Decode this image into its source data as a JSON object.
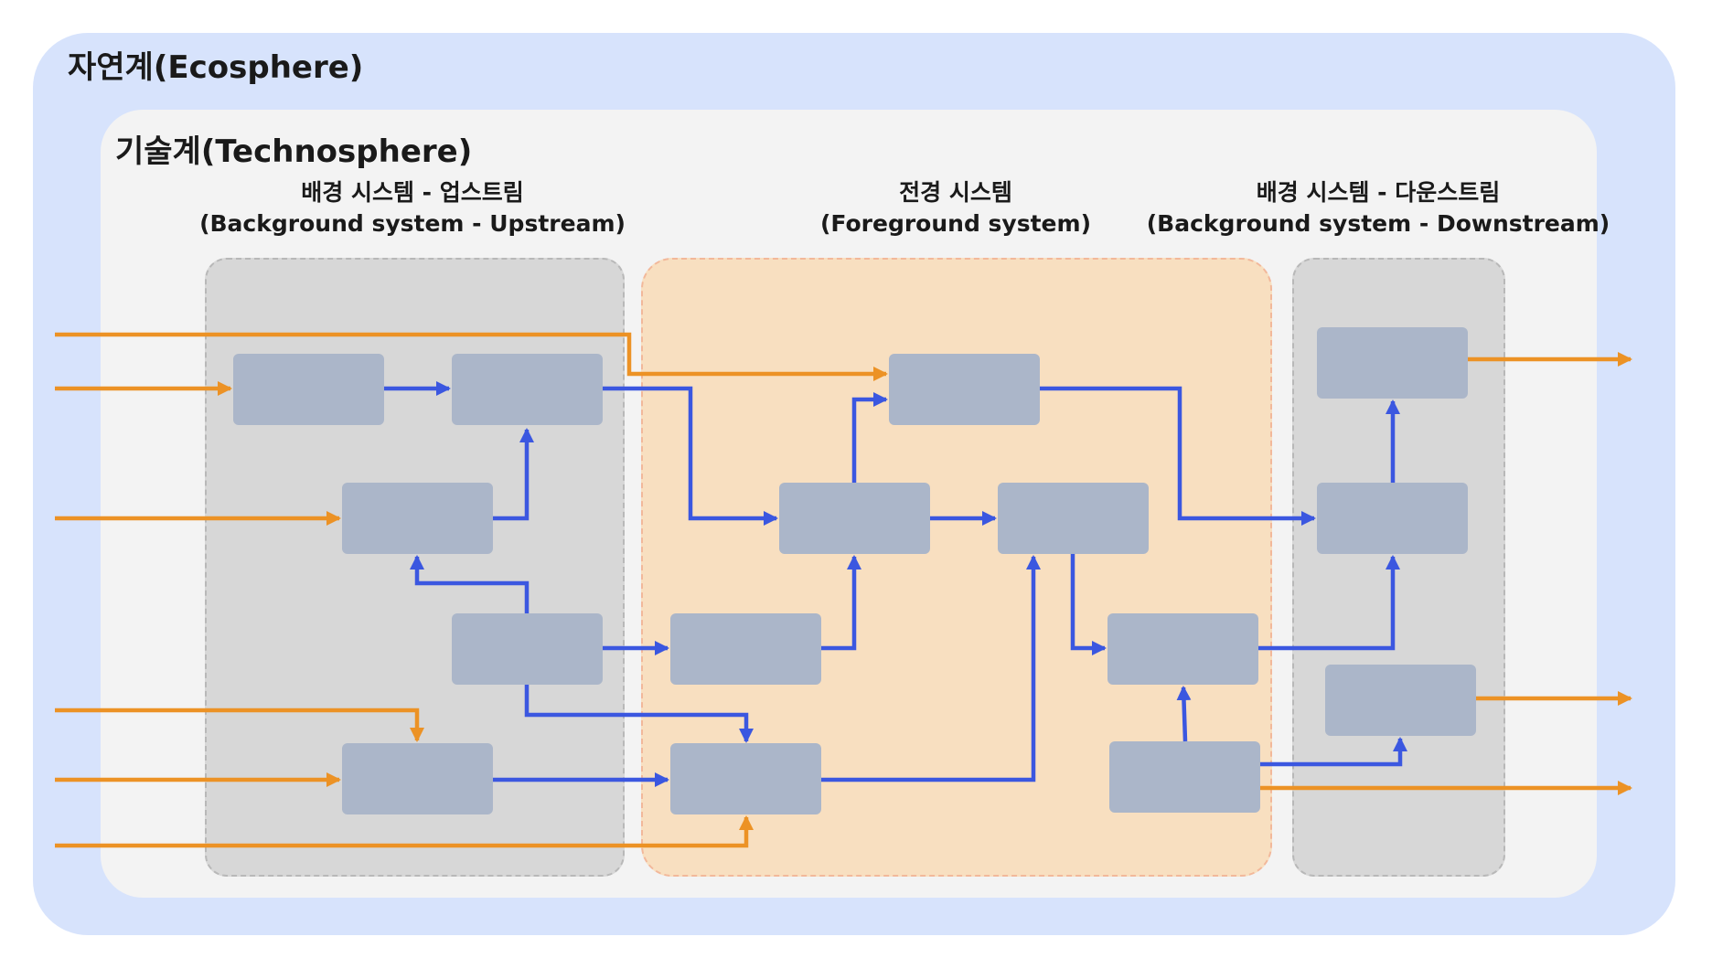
{
  "ecosphere": {
    "label": "자연계(Ecosphere)"
  },
  "technosphere": {
    "label": "기술계(Technosphere)"
  },
  "groups": {
    "upstream": {
      "line1": "배경 시스템 - 업스트림",
      "line2": "(Background system - Upstream)"
    },
    "foreground": {
      "line1": "전경 시스템",
      "line2": "(Foreground system)"
    },
    "downstream": {
      "line1": "배경 시스템 - 다운스트림",
      "line2": "(Background system - Downstream)"
    }
  },
  "colors": {
    "ecosphere": "#d7e3fc",
    "technosphere": "#f3f3f3",
    "background_system": "#d7d7d7",
    "foreground_system": "#f8dfc0",
    "process_box": "#abb6c9",
    "technosphere_flow": "#3b57e0",
    "elementary_flow": "#ec9225"
  }
}
